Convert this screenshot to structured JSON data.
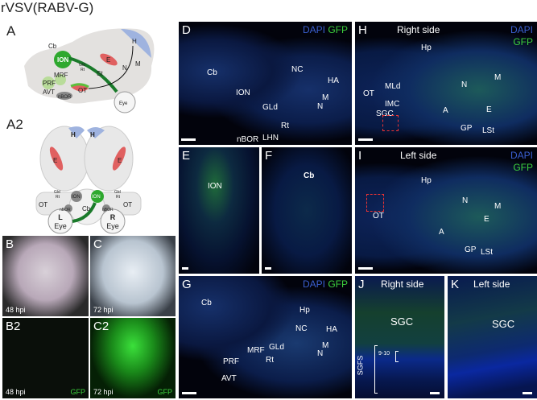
{
  "title": "rVSV(RABV-G)",
  "schematic": {
    "a": {
      "label": "A",
      "regions": [
        "Cb",
        "ION",
        "Gld",
        "Rt",
        "PRF",
        "MRF",
        "AVT",
        "nBOR",
        "OT",
        "E",
        "H",
        "N",
        "M",
        "St",
        "Eye"
      ]
    },
    "a2": {
      "label": "A2",
      "H1": "H",
      "H2": "H",
      "E1": "E",
      "E2": "E",
      "Gld1": "Gld",
      "Rt1": "Rt",
      "Gld2": "Gld",
      "Rt2": "Rt",
      "OT1": "OT",
      "OT2": "OT",
      "ION1": "ION",
      "ION2": "ION",
      "nBOR1": "nBOR",
      "nBOR2": "nBOR",
      "Cb": "Cb",
      "L": "L",
      "R": "R",
      "Eye1": "Eye",
      "Eye2": "Eye"
    },
    "colors": {
      "green": "#2ea82e",
      "red": "#e06060",
      "blue": "#8fa8dc",
      "dark_green": "#1a7a2a"
    }
  },
  "photos": {
    "B": {
      "label": "B",
      "time": "48 hpi"
    },
    "C": {
      "label": "C",
      "time": "72 hpi"
    },
    "B2": {
      "label": "B2",
      "time": "48 hpi",
      "channel": "GFP"
    },
    "C2": {
      "label": "C2",
      "time": "72 hpi",
      "channel": "GFP"
    }
  },
  "legend": {
    "dapi": "DAPI",
    "gfp": "GFP"
  },
  "D": {
    "label": "D",
    "regions": {
      "Cb": "Cb",
      "ION": "ION",
      "GLd": "GLd",
      "Rt": "Rt",
      "LHN": "LHN",
      "nBOR": "nBOR",
      "NC": "NC",
      "HA": "HA",
      "M": "M",
      "N": "N"
    }
  },
  "E": {
    "label": "E",
    "region": "ION"
  },
  "F": {
    "label": "F",
    "region": "Cb"
  },
  "G": {
    "label": "G",
    "regions": {
      "Cb": "Cb",
      "Hp": "Hp",
      "NC": "NC",
      "HA": "HA",
      "M": "M",
      "N": "N",
      "GLd": "GLd",
      "Rt": "Rt",
      "MRF": "MRF",
      "PRF": "PRF",
      "AVT": "AVT"
    }
  },
  "H": {
    "label": "H",
    "side": "Right side",
    "regions": {
      "Hp": "Hp",
      "MLd": "MLd",
      "OT": "OT",
      "IMC": "IMC",
      "SGC": "SGC",
      "N": "N",
      "M": "M",
      "A": "A",
      "E": "E",
      "GP": "GP",
      "LSt": "LSt"
    }
  },
  "I": {
    "label": "I",
    "side": "Left side",
    "regions": {
      "Hp": "Hp",
      "OT": "OT",
      "N": "N",
      "M": "M",
      "A": "A",
      "E": "E",
      "GP": "GP",
      "LSt": "LSt"
    }
  },
  "J": {
    "label": "J",
    "side": "Right side",
    "region": "SGC",
    "layers": "9-10",
    "sgfs": "SGFS"
  },
  "K": {
    "label": "K",
    "side": "Left side",
    "region": "SGC"
  }
}
